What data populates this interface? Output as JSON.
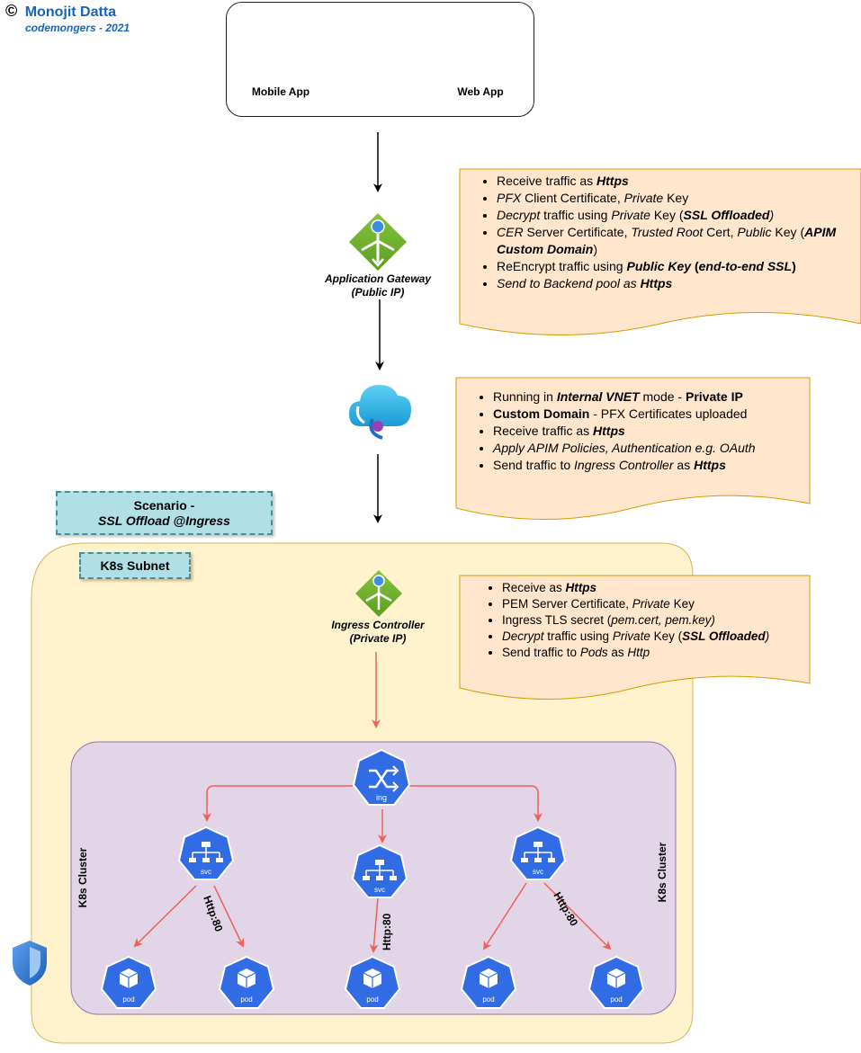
{
  "author": {
    "copyright_symbol": "©",
    "name": "Monojit Datta",
    "subtitle": "codemongers - 2021"
  },
  "clients": {
    "mobile_label": "Mobile App",
    "web_label": "Web App"
  },
  "app_gateway": {
    "label_line1": "Application Gateway",
    "label_line2": "(Public IP)",
    "notes": [
      [
        "Receive traffic as ",
        {
          "b": 1,
          "i": 1,
          "t": "Https"
        }
      ],
      [
        {
          "i": 1,
          "t": "PFX"
        },
        " Client Certificate, ",
        {
          "i": 1,
          "t": "Private"
        },
        " Key"
      ],
      [
        {
          "i": 1,
          "t": "Decrypt"
        },
        " traffic using ",
        {
          "i": 1,
          "t": "Private"
        },
        " Key (",
        {
          "b": 1,
          "i": 1,
          "t": "SSL Offloaded"
        },
        {
          "i": 1,
          "t": ")"
        }
      ],
      [
        {
          "i": 1,
          "t": "CER"
        },
        "  Server Certificate, ",
        {
          "i": 1,
          "t": "Trusted Root"
        },
        " Cert, ",
        {
          "i": 1,
          "t": "Public"
        },
        " Key (",
        {
          "b": 1,
          "i": 1,
          "t": "APIM Custom Domain"
        },
        ")"
      ],
      [
        "ReEncrypt traffic using ",
        {
          "b": 1,
          "i": 1,
          "t": "Public Key"
        },
        {
          "b": 1,
          "t": " ("
        },
        {
          "b": 1,
          "i": 1,
          "t": "end-to-end SSL"
        },
        {
          "b": 1,
          "t": ")"
        }
      ],
      [
        {
          "i": 1,
          "t": "Send to Backend pool as "
        },
        {
          "b": 1,
          "i": 1,
          "t": "Https"
        }
      ]
    ],
    "color": "#7fba00"
  },
  "apim": {
    "notes": [
      [
        "Running in ",
        {
          "b": 1,
          "i": 1,
          "t": "Internal VNET"
        },
        " mode - ",
        {
          "b": 1,
          "t": "Private IP"
        }
      ],
      [
        {
          "b": 1,
          "t": "Custom Domain"
        },
        " - PFX Certificates uploaded"
      ],
      [
        "Receive traffic as ",
        {
          "b": 1,
          "i": 1,
          "t": "Https"
        }
      ],
      [
        {
          "i": 1,
          "t": "Apply APIM Policies, Authentication e.g. OAuth"
        }
      ],
      [
        "Send traffic to ",
        {
          "i": 1,
          "t": "Ingress Controller"
        },
        " as ",
        {
          "b": 1,
          "i": 1,
          "t": "Https"
        }
      ]
    ]
  },
  "scenario": {
    "line1": "Scenario -",
    "line2": "SSL Offload @Ingress"
  },
  "subnet": {
    "label": "K8s Subnet",
    "fill": "#fff2cc",
    "border": "#d6b656"
  },
  "ingress_controller": {
    "label_line1": "Ingress Controller",
    "label_line2": "(Private IP)",
    "notes": [
      [
        "Receive as ",
        {
          "b": 1,
          "i": 1,
          "t": "Https"
        }
      ],
      [
        "PEM Server Certificate, ",
        {
          "i": 1,
          "t": "Private"
        },
        " Key"
      ],
      [
        "Ingress TLS secret (",
        {
          "i": 1,
          "t": "pem.cert, pem.key)"
        }
      ],
      [
        {
          "i": 1,
          "t": "Decrypt"
        },
        " traffic using ",
        {
          "i": 1,
          "t": "Private"
        },
        " Key (",
        {
          "b": 1,
          "i": 1,
          "t": "SSL Offloaded"
        },
        {
          "i": 1,
          "t": ")"
        }
      ],
      [
        "Send traffic to ",
        {
          "i": 1,
          "t": "Pods"
        },
        " as ",
        {
          "i": 1,
          "t": "Http"
        }
      ]
    ]
  },
  "cluster": {
    "label_left": "K8s Cluster",
    "label_right": "K8s Cluster",
    "fill": "#e1d5e7",
    "ing_label": "ing",
    "svc_label": "svc",
    "pod_label": "pod",
    "http_labels": [
      "Http:80",
      "Http:80",
      "Http:80"
    ],
    "k8s_blue": "#326ce5"
  },
  "colors": {
    "note_fill": "#ffe6cc",
    "note_border": "#d79b00",
    "red_arrow": "#f0605a",
    "link_blue": "#1565c0"
  }
}
